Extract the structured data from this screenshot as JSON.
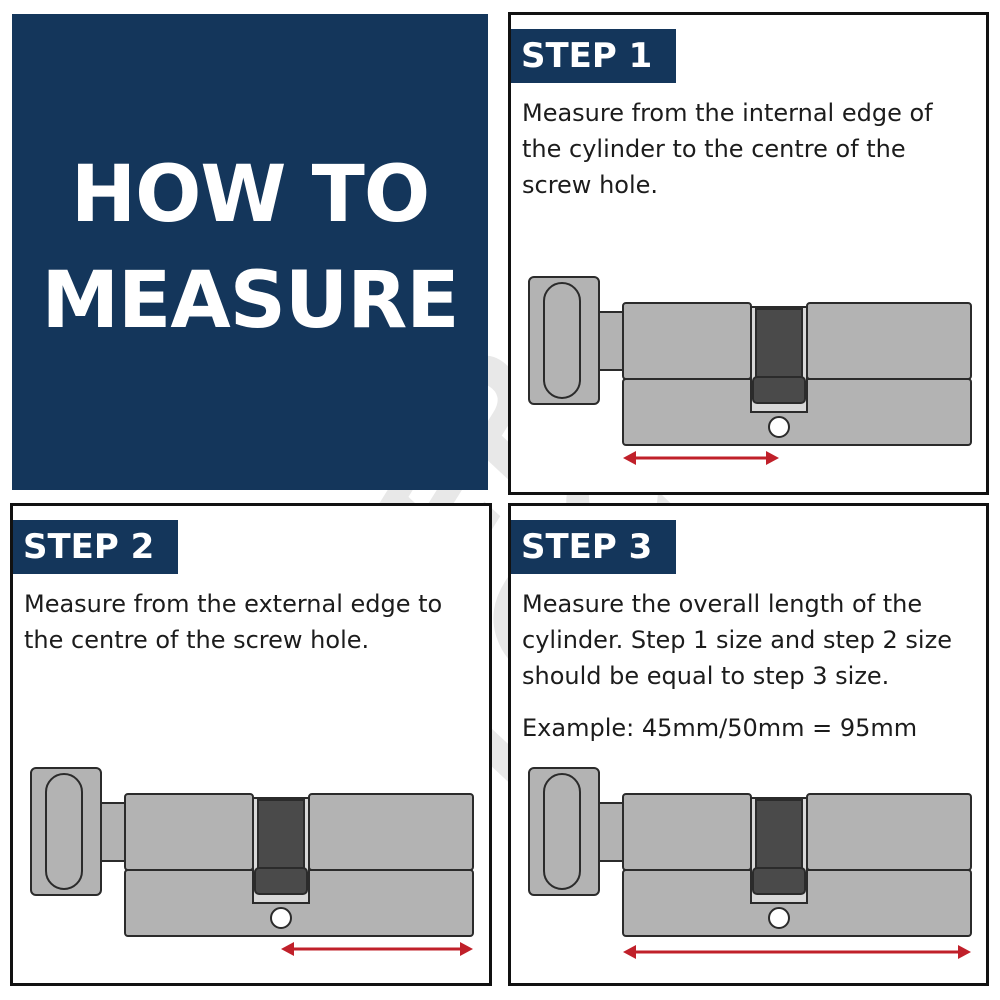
{
  "hero": {
    "title": "HOW TO\nMEASURE"
  },
  "steps": [
    {
      "label": "STEP 1",
      "description": "Measure from the internal edge of the cylinder to the centre of the screw hole.",
      "measure": "internal-edge-to-screw-hole"
    },
    {
      "label": "STEP 2",
      "description": "Measure from the external edge to the centre of the screw hole.",
      "measure": "external-edge-to-screw-hole"
    },
    {
      "label": "STEP 3",
      "description": "Measure the overall length of the cylinder. Step 1 size and step 2 size should be equal to step 3 size.",
      "example": "Example: 45mm/50mm = 95mm",
      "measure": "overall-length"
    }
  ],
  "watermark": {
    "line1": "FEDERAL",
    "line2": "LOCK"
  },
  "colors": {
    "navy": "#14365b",
    "arrow": "#c0202a",
    "cylinder_fill": "#b3b3b3",
    "cam_fill": "#4a4a4a",
    "outline": "#2b2b2b"
  }
}
